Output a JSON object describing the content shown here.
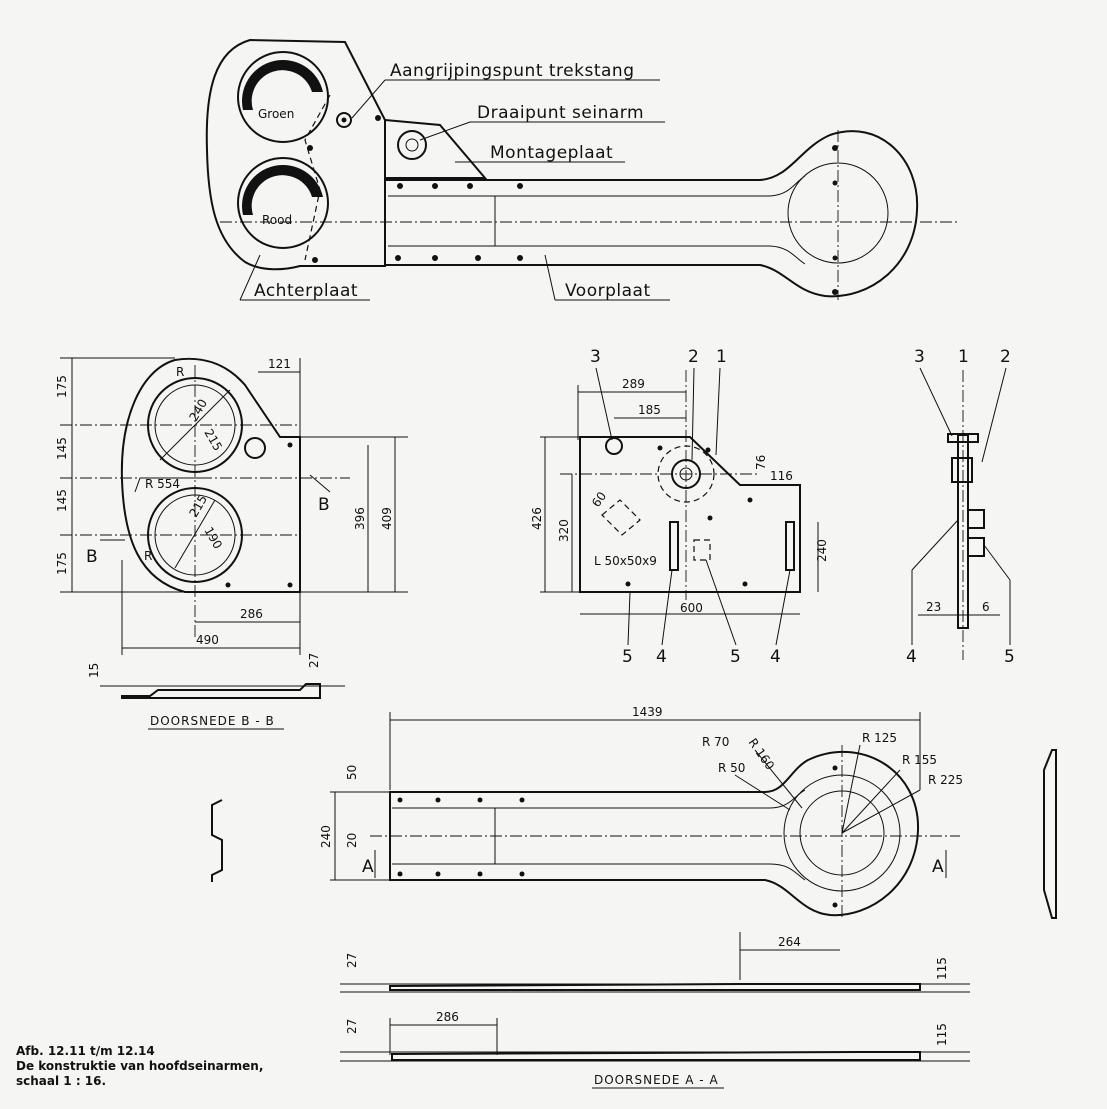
{
  "caption": {
    "line1": "Afb. 12.11 t/m 12.14",
    "line2": "De konstruktie van hoofdseinarmen,",
    "line3": "schaal 1 : 16."
  },
  "top_view": {
    "labels": {
      "aangrijpingspunt": "Aangrijpingspunt trekstang",
      "draaipunt": "Draaipunt seinarm",
      "montageplaat": "Montageplaat",
      "achterplaat": "Achterplaat",
      "voorplaat": "Voorplaat",
      "groen": "Groen",
      "rood": "Rood"
    }
  },
  "back_plate_view": {
    "dims": {
      "d121": "121",
      "d175a": "175",
      "d145a": "145",
      "d145b": "145",
      "d175b": "175",
      "d240": "240",
      "d215a": "215",
      "d215b": "215",
      "d190": "190",
      "r": "R",
      "r2": "R",
      "r554": "R 554",
      "d396": "396",
      "d409": "409",
      "d286": "286",
      "d490": "490",
      "d15": "15",
      "d27": "27",
      "b1": "B",
      "b2": "B"
    },
    "section_title": "DOORSNEDE  B - B"
  },
  "mounting_view": {
    "dims": {
      "d289": "289",
      "d185": "185",
      "d76": "76",
      "d116": "116",
      "d426": "426",
      "d320": "320",
      "d240": "240",
      "d600": "600",
      "d60": "60",
      "angle": "L 50x50x9"
    },
    "parts": {
      "p3": "3",
      "p2": "2",
      "p1": "1",
      "p5a": "5",
      "p4a": "4",
      "p5b": "5",
      "p4b": "4"
    }
  },
  "side_view": {
    "parts": {
      "p3": "3",
      "p1": "1",
      "p2": "2",
      "p4": "4",
      "p5": "5"
    },
    "dims": {
      "d23": "23",
      "d6": "6"
    }
  },
  "front_plate_view": {
    "dims": {
      "d1439": "1439",
      "r70": "R 70",
      "r160": "R 160",
      "r50": "R 50",
      "r125": "R 125",
      "r155": "R 155",
      "r225": "R 225",
      "d50": "50",
      "d240": "240",
      "d20": "20",
      "a1": "A",
      "a2": "A",
      "d264": "264",
      "d27a": "27",
      "d115a": "115",
      "d286": "286",
      "d27b": "27",
      "d115b": "115"
    },
    "section_title": "DOORSNEDE  A - A"
  }
}
